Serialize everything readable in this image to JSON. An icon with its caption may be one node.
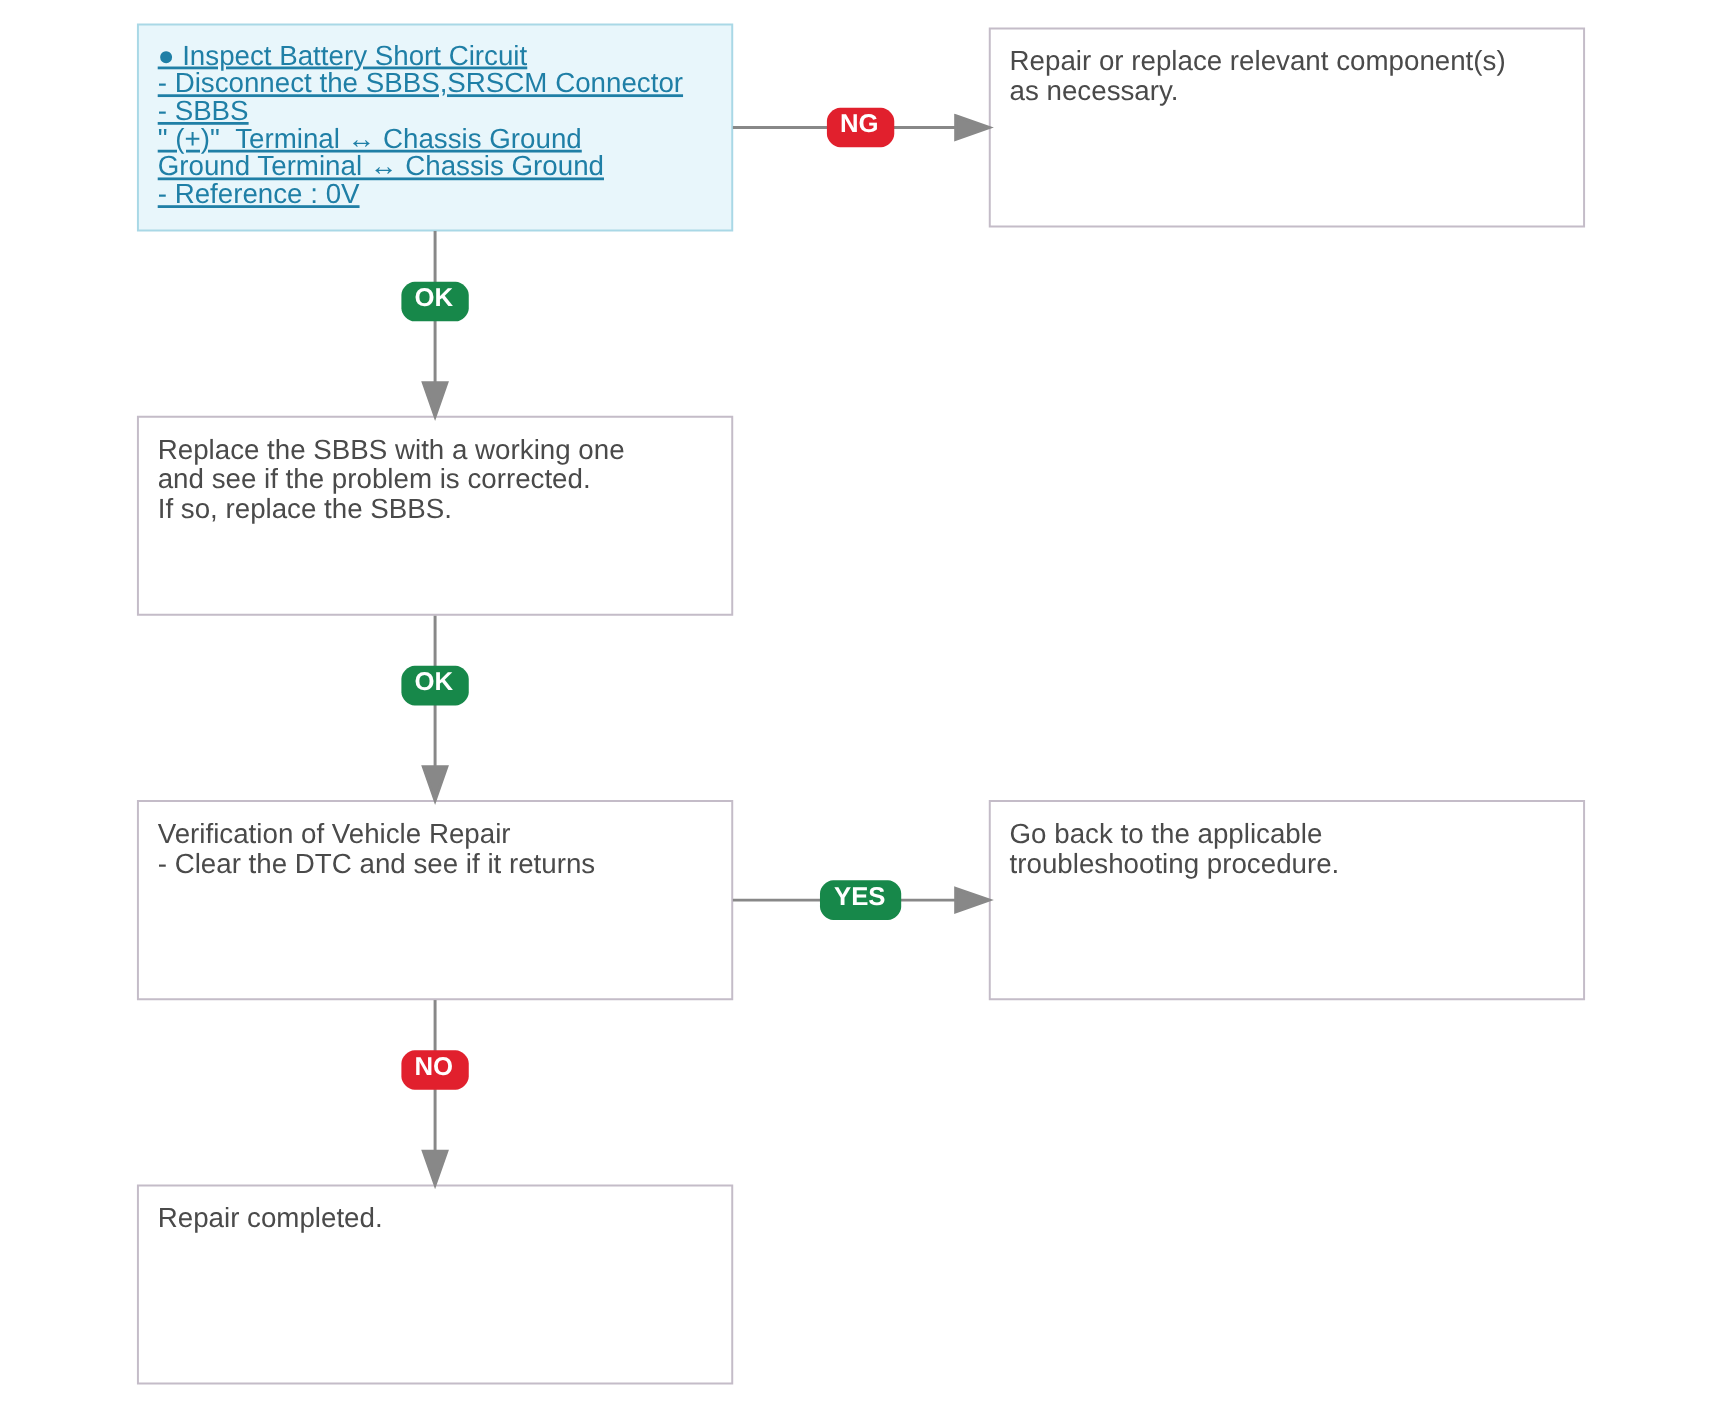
{
  "diagram": {
    "nodes": [
      {
        "text": [
          "● Inspect Battery Short Circuit",
          "- Disconnect the SBBS,SRSCM Connector",
          "- SBBS",
          "\" (+)\"  Terminal ↔ Chassis Ground",
          "Ground Terminal ↔ Chassis Ground",
          "- Reference : 0V"
        ]
      },
      {
        "text": [
          "Repair or replace relevant component(s) as necessary."
        ]
      },
      {
        "text": [
          "Replace the SBBS with a working one and see if the problem is corrected.",
          "If so, replace the SBBS."
        ]
      },
      {
        "text": [
          "Verification of Vehicle Repair",
          "- Clear the DTC and see if it returns"
        ]
      },
      {
        "text": [
          "Go back to the applicable troubleshooting procedure."
        ]
      },
      {
        "text": [
          "Repair completed."
        ]
      }
    ],
    "edges": [
      {
        "from": 0,
        "to": 1,
        "arrow": "to",
        "label": "NG"
      },
      {
        "from": 0,
        "to": 2,
        "arrow": "to",
        "label": "OK"
      },
      {
        "from": 2,
        "to": 3,
        "arrow": "to",
        "label": "OK"
      },
      {
        "from": 3,
        "to": 4,
        "arrow": "to",
        "label": "YES"
      },
      {
        "from": 3,
        "to": 5,
        "arrow": "to",
        "label": "NO"
      }
    ]
  }
}
